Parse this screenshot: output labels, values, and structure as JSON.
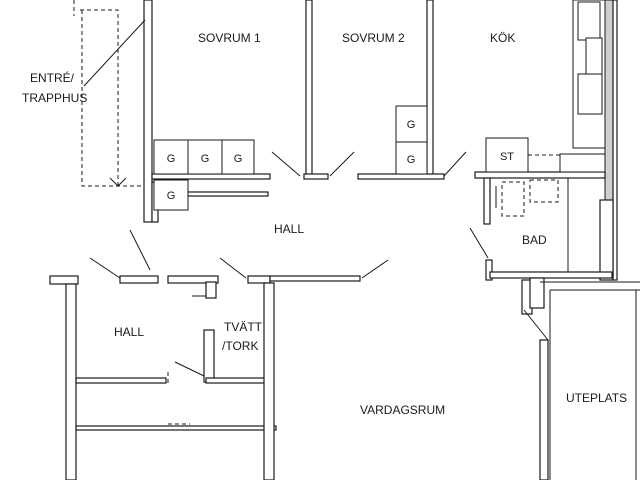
{
  "rooms": {
    "sovrum1": "SOVRUM 1",
    "sovrum2": "SOVRUM 2",
    "kok": "KÖK",
    "entre_line1": "ENTRÉ/",
    "entre_line2": "TRAPPHUS",
    "hall_upper": "HALL",
    "bad": "BAD",
    "hall_lower": "HALL",
    "tvatt_line1": "TVÄTT",
    "tvatt_line2": "/TORK",
    "vardagsrum": "VARDAGSRUM",
    "uteplats": "UTEPLATS"
  },
  "fixtures": {
    "wardrobe": "G",
    "storage": "ST"
  },
  "colors": {
    "line": "#1a1a1a",
    "wall_fill": "#cfcfcf",
    "background": "#ffffff"
  }
}
